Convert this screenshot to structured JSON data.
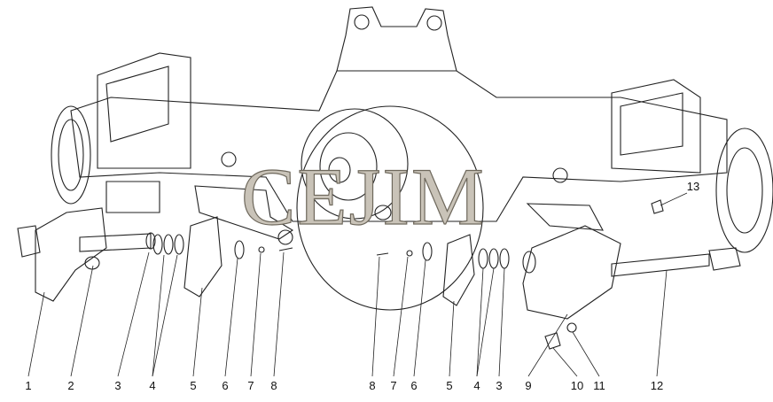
{
  "diagram": {
    "watermark": "CEJIM",
    "callouts": [
      "1",
      "2",
      "3",
      "4",
      "5",
      "6",
      "7",
      "8",
      "8",
      "7",
      "6",
      "5",
      "4",
      "3",
      "9",
      "10",
      "11",
      "12",
      "13"
    ]
  }
}
